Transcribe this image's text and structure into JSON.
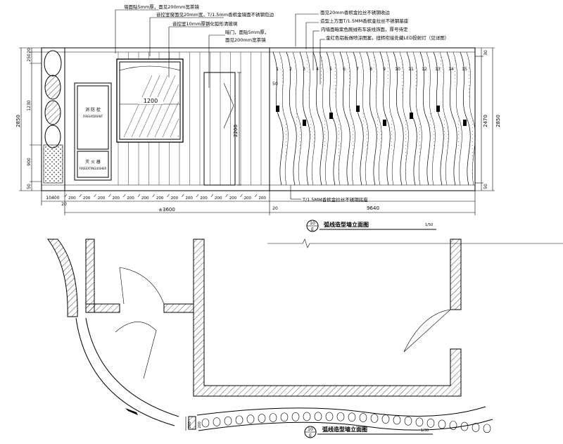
{
  "elevation": {
    "annotations_top": [
      "墙面贴5mm厚，面见200mm宽茶镜",
      "音控室窗面见20mm宽，T/1.5mm香槟金镜面不锈钢包边",
      "音控室10mm厚钢化弧形清玻璃",
      "暗门，面贴5mm厚，",
      "面见200mm宽茶镜",
      "面见20mm香槟金拉丝不锈钢收边",
      "造型上方面T/1.5MM香槟金拉丝不锈钢基座",
      "内墙面暗紫色腕绒布车装线饰面，厚号待定",
      "金红色铝板做喷涂图案，扭转衔接处藏LED投射灯（见详图）"
    ],
    "annotation_bottom": "T/1.5MM香槟金拉丝不锈钢底座",
    "hydrant_label": "消 防 栓",
    "hydrant_sub": "FIREHYDRANT",
    "extinguisher_label": "灭 火 器",
    "extinguisher_sub": "FIREEXTINGUISHER",
    "window_width": "1200",
    "door_height": "2200",
    "left_dims": [
      "20",
      "250",
      "1230",
      "900",
      "50"
    ],
    "left_total": "2850",
    "right_dims": [
      "30",
      "2470",
      "50"
    ],
    "right_total": "2850",
    "bottom_left_dim": "10400",
    "bottom_left_sub": "20",
    "bottom_panel_dims": [
      "200",
      "200",
      "200",
      "200",
      "200",
      "200",
      "200",
      "200",
      "200",
      "200",
      "200",
      "200",
      "200",
      "200"
    ],
    "bottom_span_dim": "±3600",
    "bottom_mid_dim": "20",
    "bottom_right_dim": "9640",
    "panel_numbers": [
      "1",
      "2",
      "3",
      "4",
      "5",
      "6",
      "7",
      "8",
      "9",
      "10",
      "11",
      "12",
      "13",
      "14",
      "15"
    ],
    "small_dim": "50",
    "title": "弧线造型墙立面图",
    "title_num": "10",
    "title_sheet": "E",
    "title_scale": "1/50"
  },
  "plan": {
    "title": "弧线造型墙立面图",
    "title_num": "10",
    "title_sheet": "E",
    "title_scale": "1/30",
    "dims": [
      "200",
      "200"
    ]
  }
}
